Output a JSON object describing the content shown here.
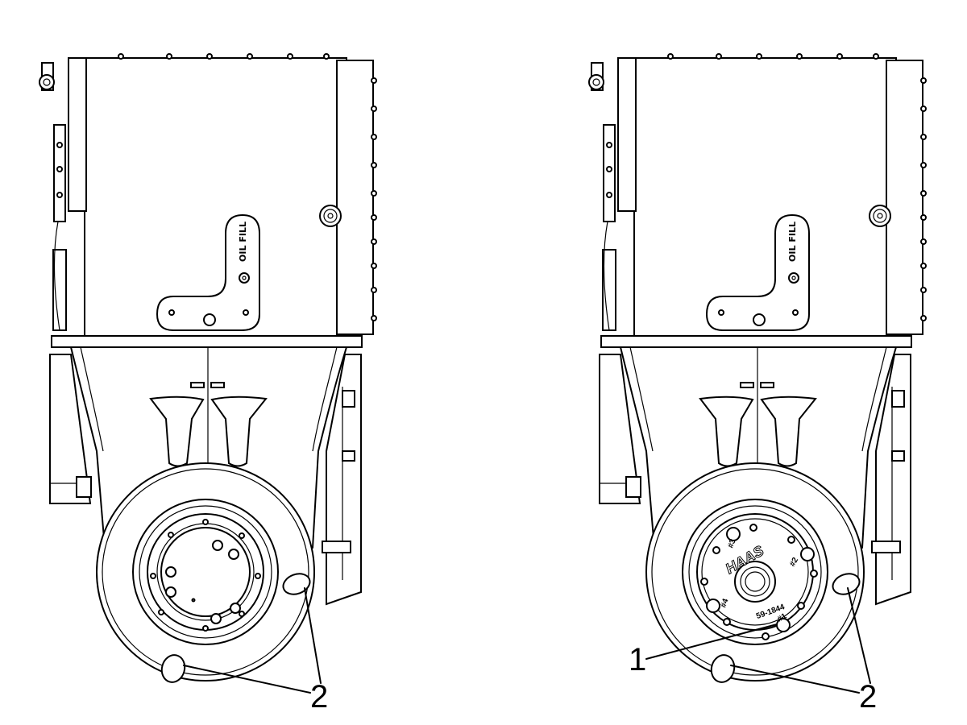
{
  "views": [
    {
      "name": "left",
      "plate_label": "OIL FILL",
      "callouts": [
        "2"
      ]
    },
    {
      "name": "right",
      "plate_label": "OIL FILL",
      "logo": "HAAS",
      "part_number": "59-1844",
      "hole_labels": [
        "#1",
        "#2",
        "#3",
        "#4"
      ],
      "callouts": [
        "1",
        "2"
      ]
    }
  ]
}
